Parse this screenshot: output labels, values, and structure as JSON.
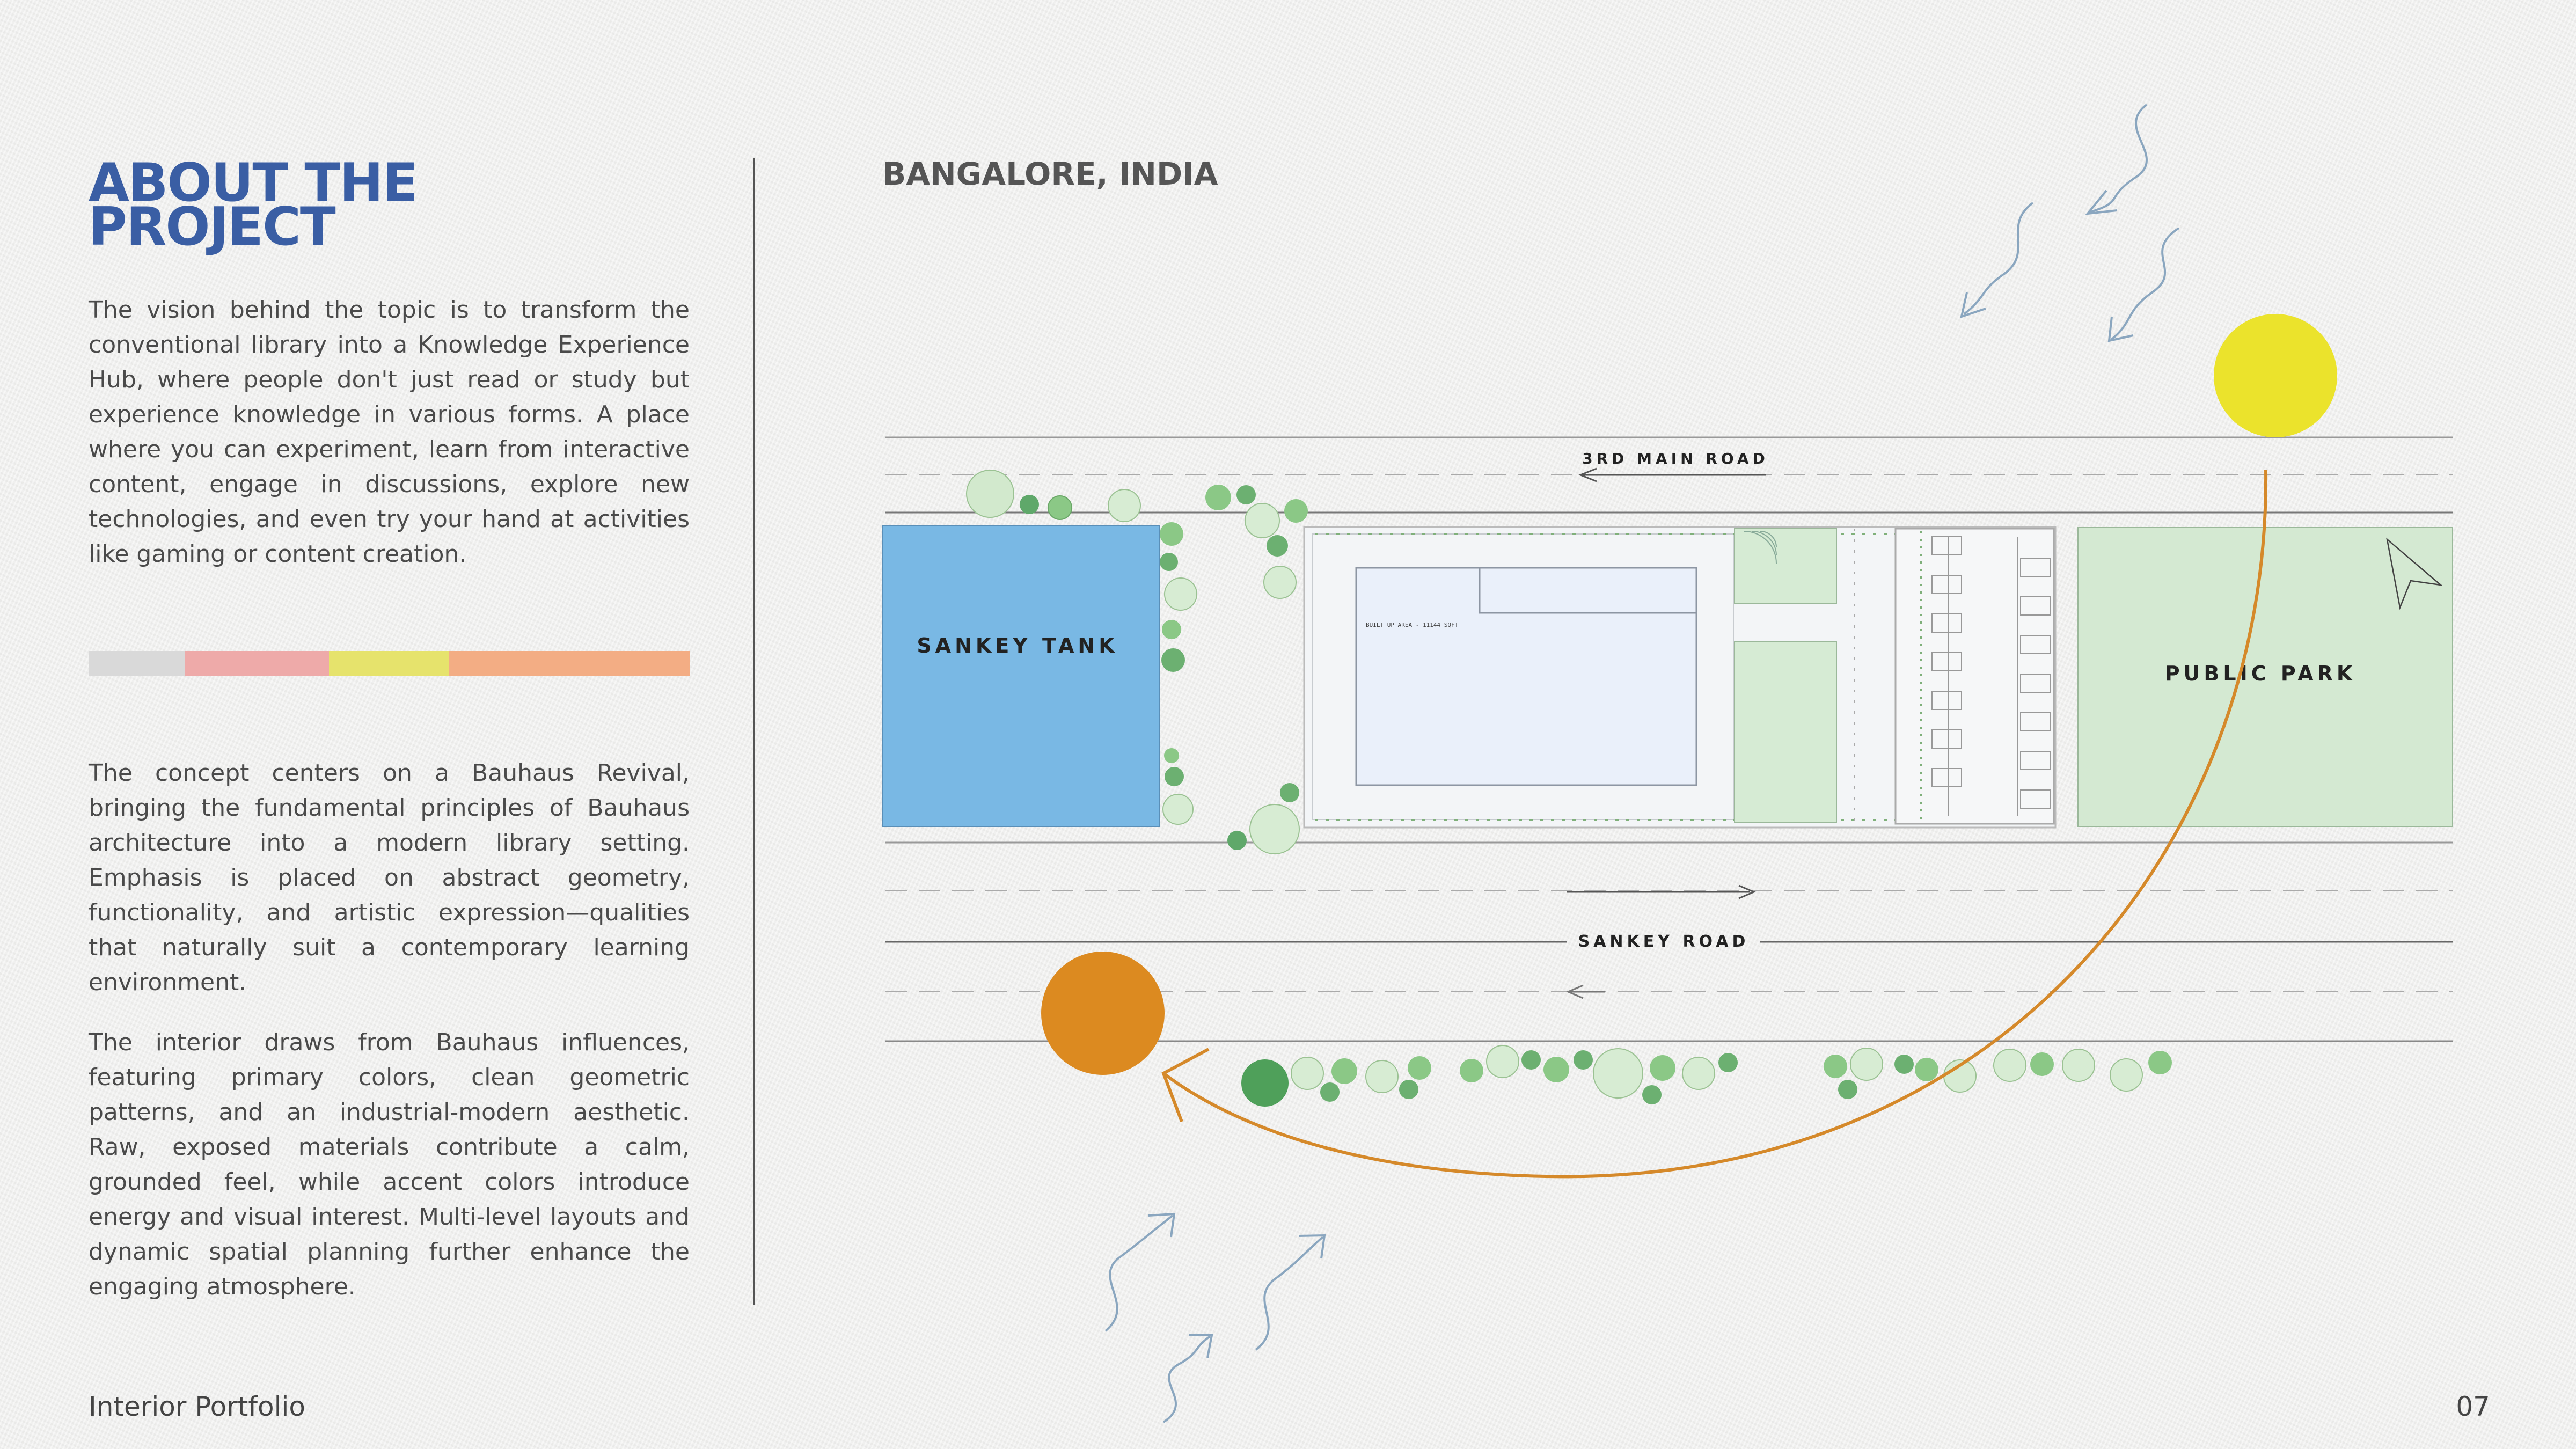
{
  "heading": "ABOUT THE PROJECT",
  "paragraphs": [
    "The vision behind the topic is to transform the conventional library into a Knowledge Experience Hub, where people don't just read or study but experience knowledge in various forms. A place where you can experiment, learn from interactive content, engage in discussions, explore new technologies, and even try your hand at activities like gaming or content creation.",
    "The concept centers on a Bauhaus Revival, bringing the fundamental principles of Bauhaus architecture into a modern library setting. Emphasis is placed on abstract geometry, functionality, and artistic expression—qualities that naturally suit a contemporary learning environment.",
    "The interior draws from Bauhaus influences, featuring primary colors, clean geometric patterns, and an industrial-modern aesthetic. Raw, exposed materials contribute a calm, grounded feel, while accent colors introduce energy and visual interest. Multi-level layouts and dynamic spatial planning further enhance the engaging atmosphere."
  ],
  "palette": [
    {
      "color": "#d9d9d9",
      "share": 0.16
    },
    {
      "color": "#eeaaa9",
      "share": 0.24
    },
    {
      "color": "#e6e36c",
      "share": 0.2
    },
    {
      "color": "#f3ad84",
      "share": 0.4
    }
  ],
  "location": "BANGALORE, INDIA",
  "site_plan": {
    "road_top": "3RD MAIN ROAD",
    "road_bottom": "SANKEY ROAD",
    "left_block": "SANKEY TANK",
    "right_block": "PUBLIC PARK",
    "built_up_area": "BUILT UP AREA - 11144 SQFT",
    "colors": {
      "tank": "#79b8e4",
      "park": "#d4e9d2",
      "sun": "#ebe32c",
      "sunset": "#dc8a20",
      "path": "#d5892a",
      "wind": "#8aa6bf"
    }
  },
  "footer": {
    "left": "Interior Portfolio",
    "page_number": "07"
  }
}
